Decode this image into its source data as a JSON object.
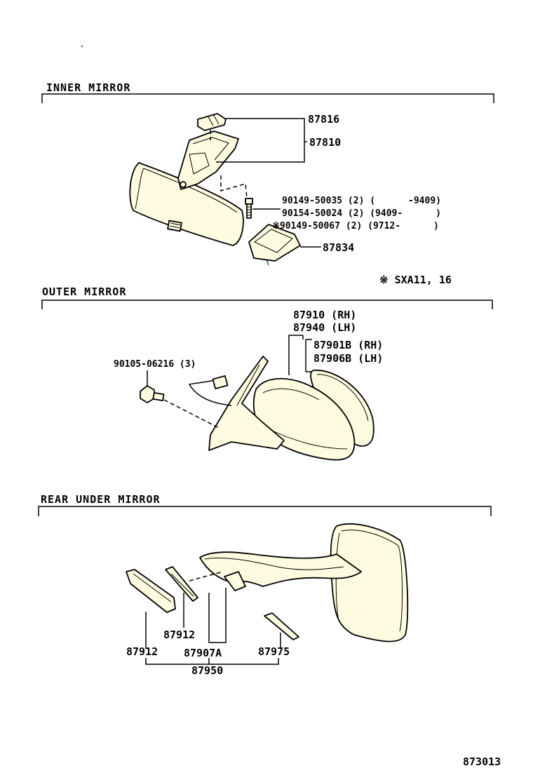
{
  "sections": {
    "inner": {
      "title": "INNER MIRROR"
    },
    "outer": {
      "title": "OUTER MIRROR"
    },
    "rear": {
      "title": "REAR UNDER MIRROR"
    }
  },
  "inner_parts": {
    "p87816": "87816",
    "p87810": "87810",
    "b1": "90149-50035 (2) (      -9409)",
    "b2": "90154-50024 (2) (9409-      )",
    "b3": "※90149-50067 (2) (9712-      )",
    "p87834": "87834",
    "note": "※ SXA11, 16"
  },
  "outer_parts": {
    "p87910": "87910 (RH)",
    "p87940": "87940 (LH)",
    "p87901b": "87901B (RH)",
    "p87906b": "87906B (LH)",
    "screw": "90105-06216 (3)"
  },
  "rear_parts": {
    "p87912a": "87912",
    "p87912b": "87912",
    "p87907a": "87907A",
    "p87975": "87975",
    "p87950": "87950"
  },
  "diagram_code": "873013"
}
